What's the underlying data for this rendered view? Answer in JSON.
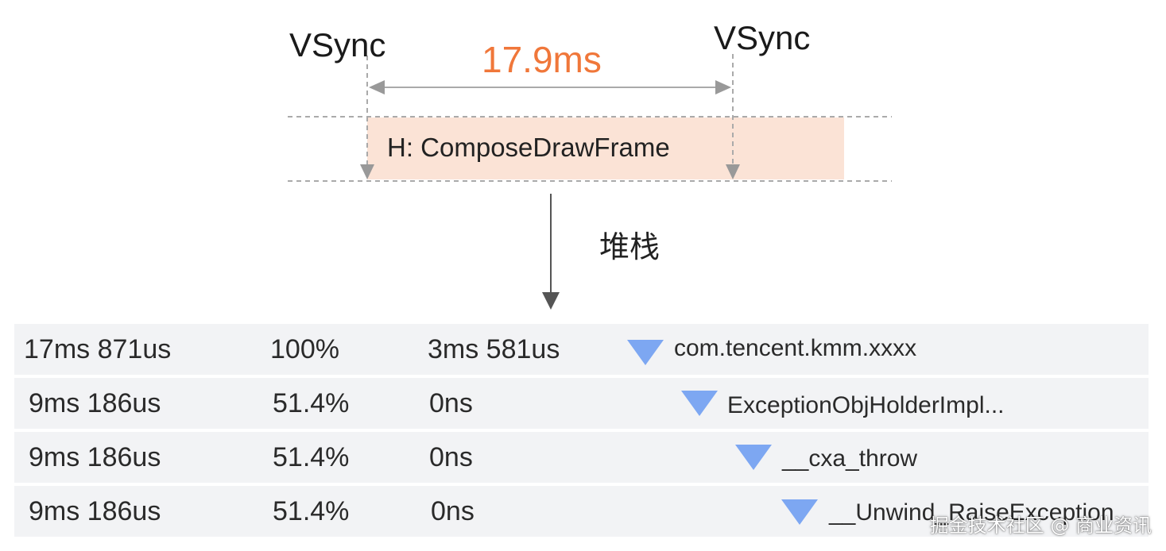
{
  "timeline": {
    "vsync_left": "VSync",
    "vsync_right": "VSync",
    "duration": "17.9ms",
    "frame_label": "H: ComposeDrawFrame",
    "colors": {
      "duration_text": "#f0773a",
      "frame_fill": "#fbe3d6",
      "guide_line": "#aaaaaa"
    }
  },
  "transition": {
    "label": "堆栈"
  },
  "stack_table": {
    "row_color": "#f2f3f5",
    "triangle_color": "#7da7f2",
    "rows": [
      {
        "total": "17ms 871us",
        "percent": "100%",
        "self": "3ms 581us",
        "name": "com.tencent.kmm.xxxx",
        "depth": 0
      },
      {
        "total": "9ms 186us",
        "percent": "51.4%",
        "self": "0ns",
        "name": "ExceptionObjHolderImpl...",
        "depth": 1
      },
      {
        "total": "9ms 186us",
        "percent": "51.4%",
        "self": "0ns",
        "name": "__cxa_throw",
        "depth": 2
      },
      {
        "total": "9ms 186us",
        "percent": "51.4%",
        "self": "0ns",
        "name": "__Unwind_RaiseException",
        "depth": 3
      }
    ]
  },
  "watermark": "掘金技术社区 @ 商业资讯"
}
